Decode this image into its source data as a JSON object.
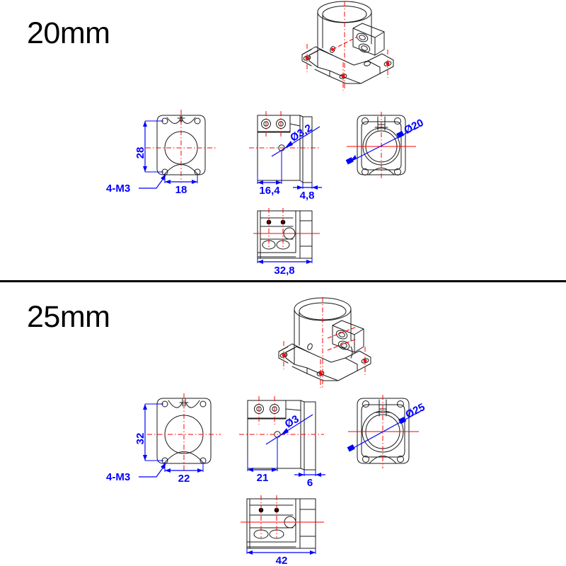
{
  "drawing": {
    "title_20": "20mm",
    "title_25": "25mm",
    "line_color": "#1a1a1a",
    "dimension_color": "#0000ff",
    "centerline_color": "#ff0000"
  },
  "sections": [
    {
      "id": "section-20mm",
      "label": "20mm",
      "views": [
        {
          "name": "isometric-view",
          "caption": ""
        },
        {
          "name": "front-view",
          "caption": ""
        },
        {
          "name": "side-view",
          "caption": ""
        },
        {
          "name": "rear-view",
          "caption": ""
        },
        {
          "name": "top-view",
          "caption": ""
        }
      ],
      "dimensions": {
        "flange_height": "28",
        "hole_spacing_width": "18",
        "thread_callout": "4-M3",
        "hole_diameter": "Ø3,2",
        "screw_offset": "16,4",
        "flange_thickness": "4,8",
        "bore_diameter": "Ø20",
        "overall_length": "32,8"
      }
    },
    {
      "id": "section-25mm",
      "label": "25mm",
      "views": [
        {
          "name": "isometric-view",
          "caption": ""
        },
        {
          "name": "front-view",
          "caption": ""
        },
        {
          "name": "side-view",
          "caption": ""
        },
        {
          "name": "rear-view",
          "caption": ""
        },
        {
          "name": "top-view",
          "caption": ""
        }
      ],
      "dimensions": {
        "flange_height": "32",
        "hole_spacing_width": "22",
        "thread_callout": "4-M3",
        "hole_diameter": "Ø3",
        "screw_offset": "21",
        "flange_thickness": "6",
        "bore_diameter": "Ø25",
        "overall_length": "42"
      }
    }
  ]
}
